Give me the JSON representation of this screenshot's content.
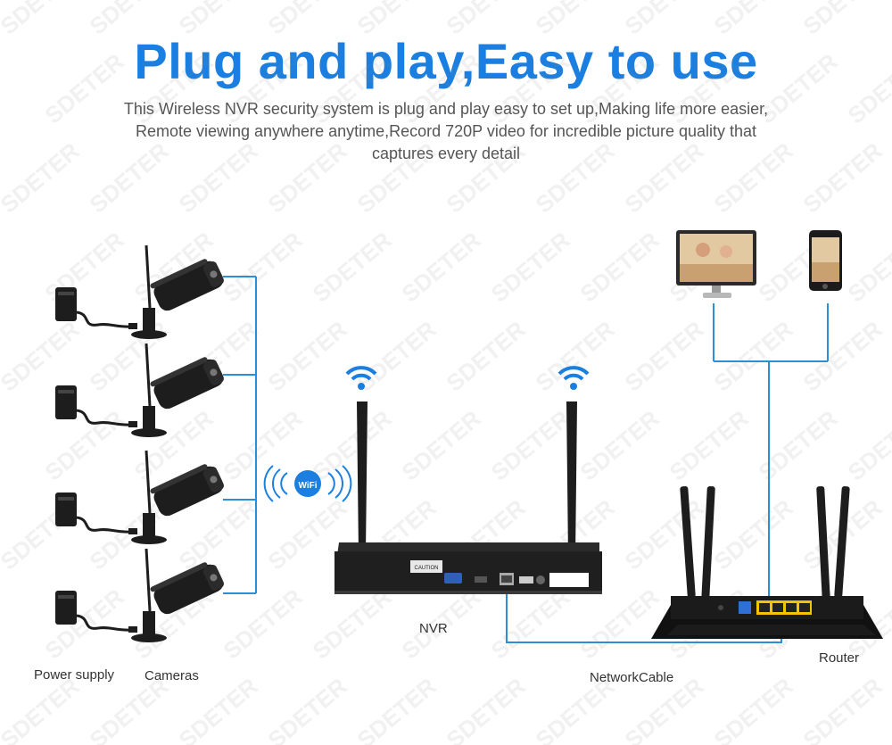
{
  "title": "Plug and play,Easy to use",
  "subtitle": {
    "line1": "This Wireless NVR security system is plug and play easy to set up,Making life more easier,",
    "line2": "Remote viewing anywhere anytime,Record 720P video for incredible picture quality that",
    "line3": "captures every detail"
  },
  "labels": {
    "power_supply": "Power supply",
    "cameras": "Cameras",
    "nvr": "NVR",
    "network_cable": "NetworkCable",
    "router": "Router",
    "wifi_badge": "WiFi"
  },
  "watermark": "SDETER",
  "colors": {
    "title_blue": "#1a7fe0",
    "line_blue": "#2b8fd8",
    "device_black": "#1c1c1c",
    "router_port_yellow": "#f4c400",
    "router_port_blue": "#2f6fd6"
  },
  "components": {
    "camera_count": 4,
    "power_supply_count": 4
  }
}
